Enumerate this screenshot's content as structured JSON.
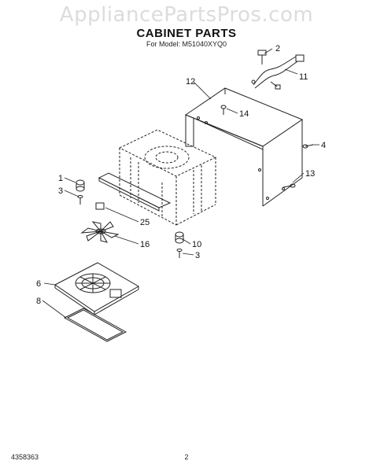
{
  "watermark": "AppliancePartsPros.com",
  "title": "CABINET PARTS",
  "subtitle": "For Model: M51040XYQ0",
  "footer": {
    "doc_number": "4358363",
    "page_number": "2"
  },
  "callouts": [
    {
      "id": "c1",
      "label": "1"
    },
    {
      "id": "c2",
      "label": "2"
    },
    {
      "id": "c3a",
      "label": "3"
    },
    {
      "id": "c3b",
      "label": "3"
    },
    {
      "id": "c4",
      "label": "4"
    },
    {
      "id": "c6",
      "label": "6"
    },
    {
      "id": "c8",
      "label": "8"
    },
    {
      "id": "c10",
      "label": "10"
    },
    {
      "id": "c11",
      "label": "11"
    },
    {
      "id": "c12",
      "label": "12"
    },
    {
      "id": "c13",
      "label": "13"
    },
    {
      "id": "c14",
      "label": "14"
    },
    {
      "id": "c16",
      "label": "16"
    },
    {
      "id": "c25",
      "label": "25"
    }
  ],
  "colors": {
    "line": "#222222",
    "watermark": "#dcdcdc"
  }
}
